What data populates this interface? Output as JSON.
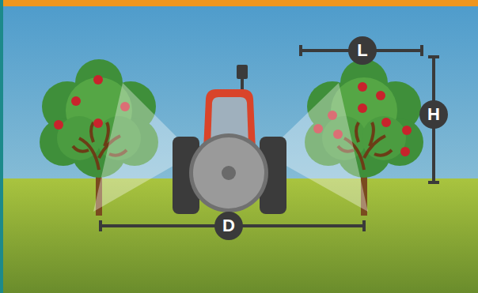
{
  "diagram": {
    "nodes": [
      {
        "text": [
          "L"
        ]
      },
      {
        "text": [
          "H"
        ]
      },
      {
        "text": [
          "D"
        ]
      }
    ]
  }
}
